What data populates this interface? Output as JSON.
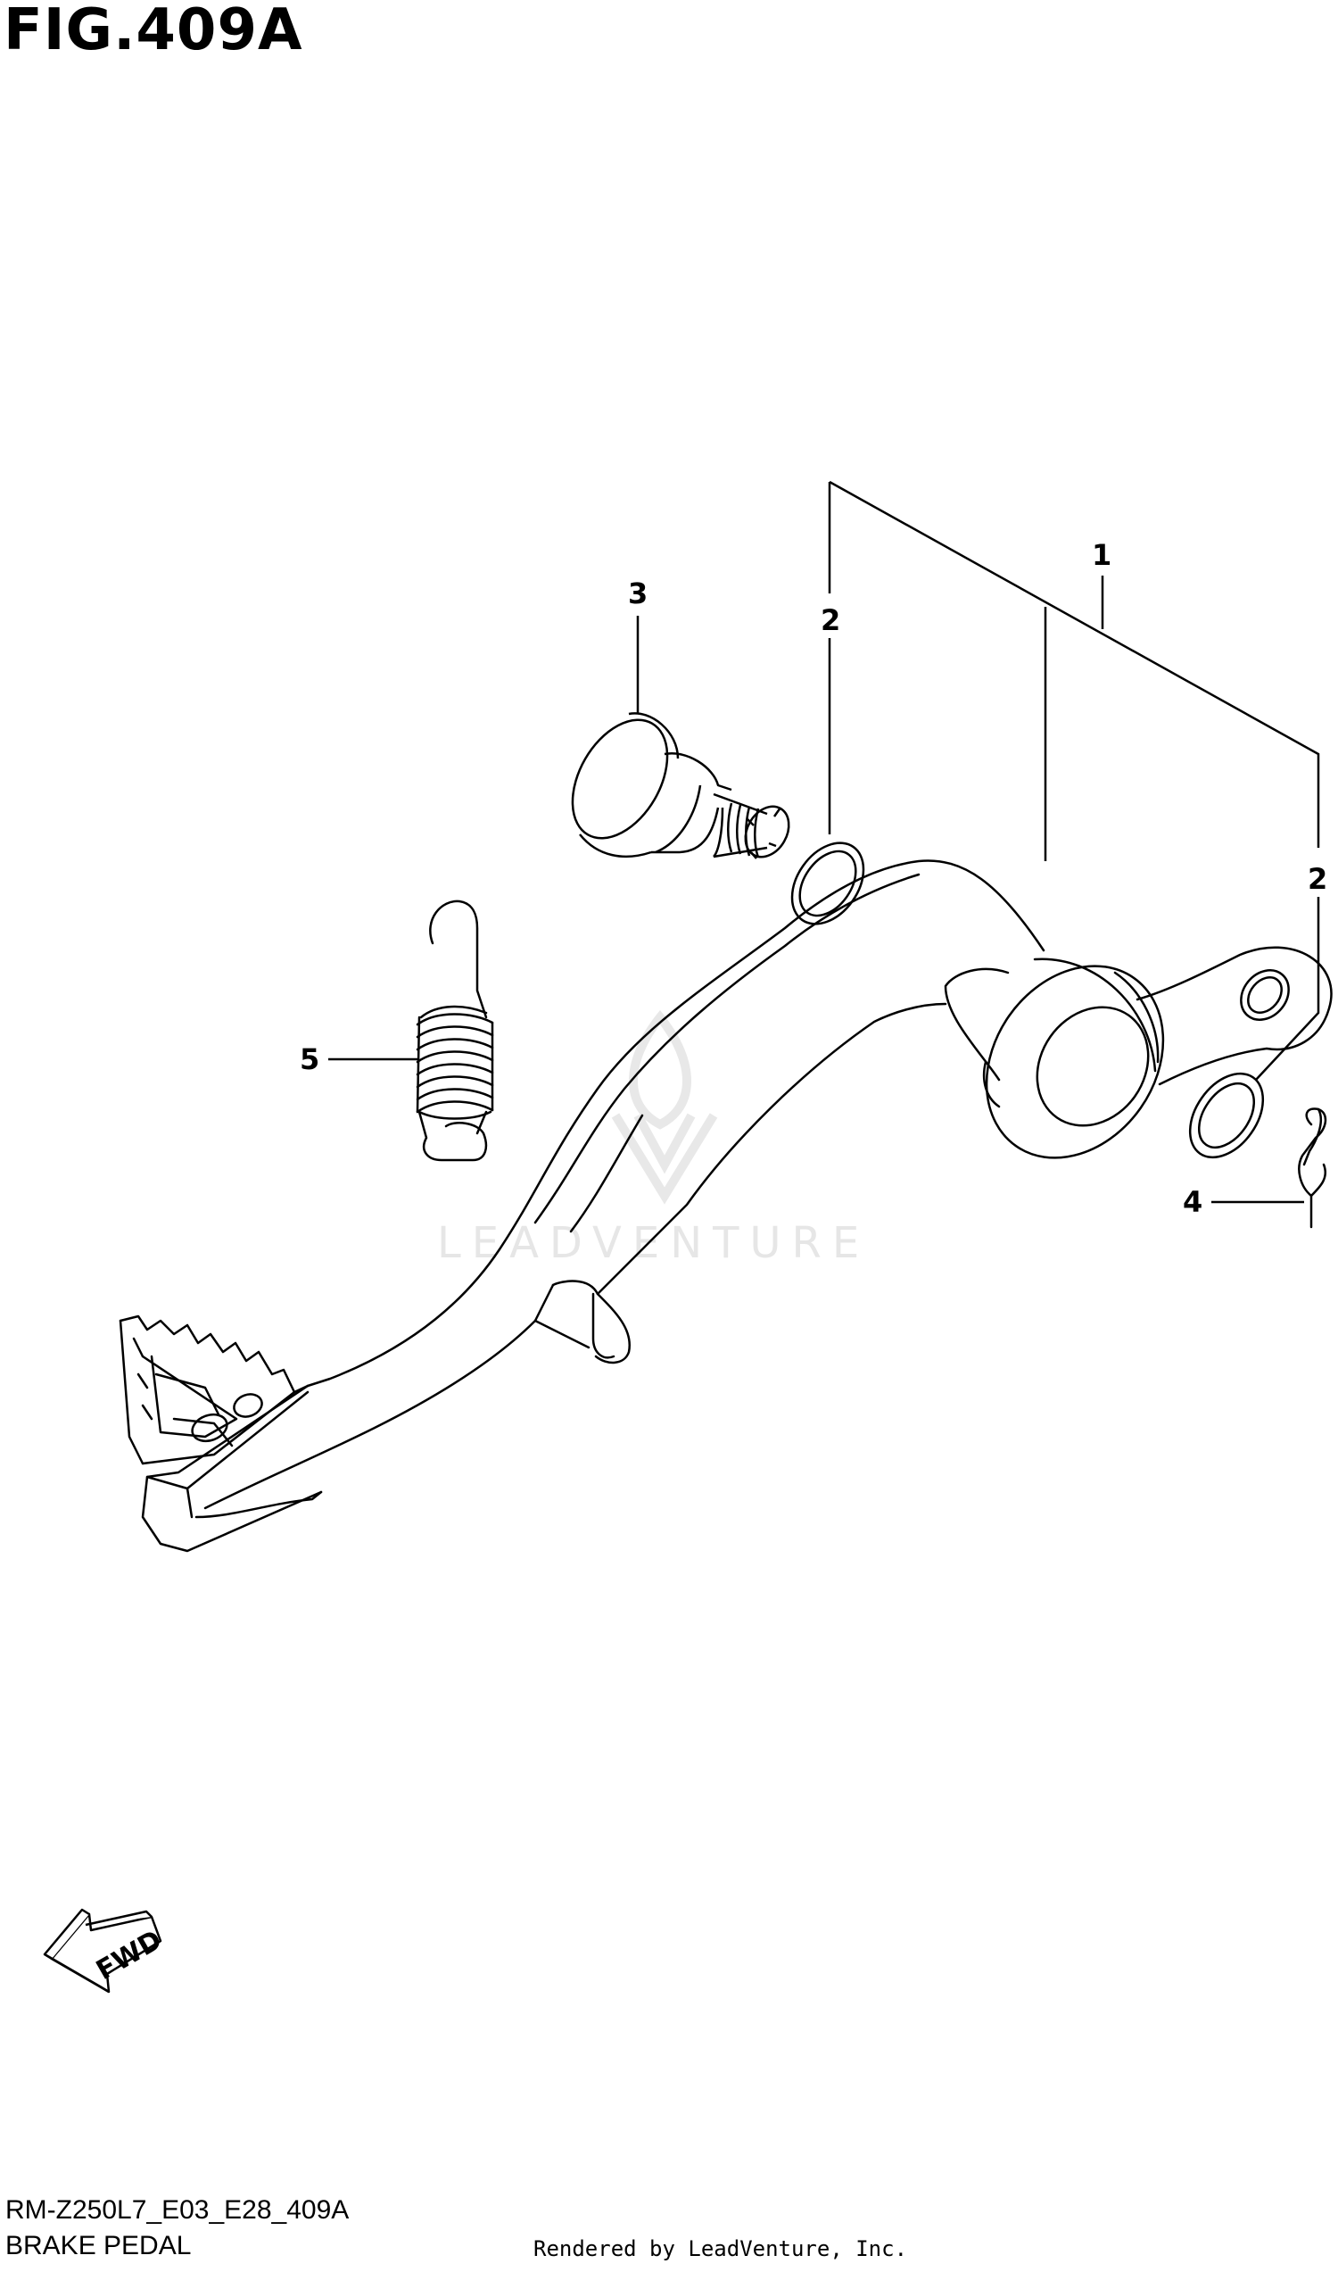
{
  "figure": {
    "title": "FIG.409A",
    "code": "RM-Z250L7_E03_E28_409A",
    "name": "BRAKE PEDAL",
    "credit": "Rendered by LeadVenture, Inc."
  },
  "watermark": {
    "text": "LEADVENTURE"
  },
  "direction_arrow": {
    "label": "FWD"
  },
  "callouts": [
    "1",
    "2",
    "2",
    "3",
    "4",
    "5"
  ]
}
